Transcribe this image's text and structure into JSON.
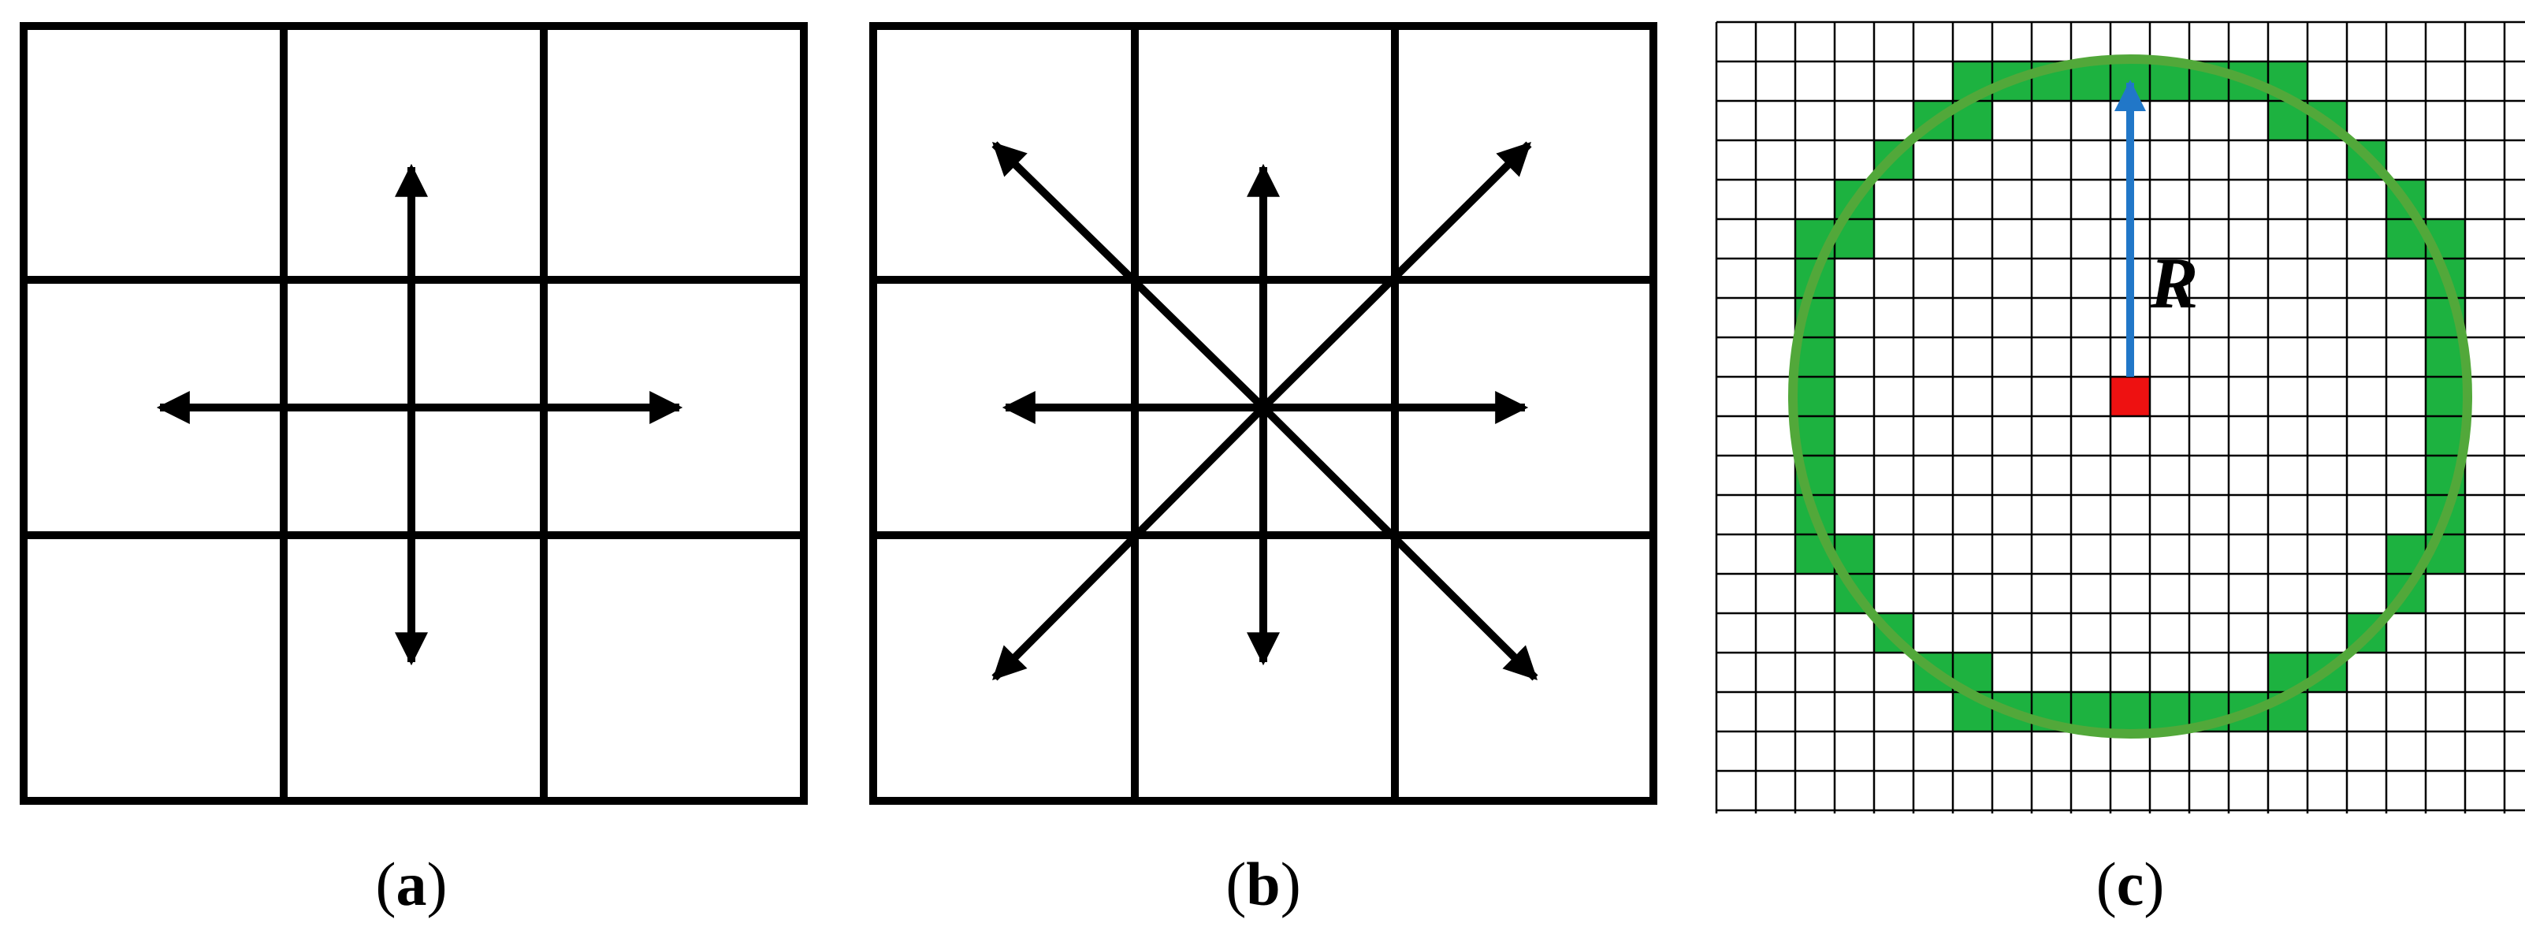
{
  "panels": [
    {
      "id": "a",
      "caption_open": "(",
      "caption_letter": "a",
      "caption_close": ")",
      "grid_cells": 3,
      "directions": [
        "up",
        "down",
        "left",
        "right"
      ]
    },
    {
      "id": "b",
      "caption_open": "(",
      "caption_letter": "b",
      "caption_close": ")",
      "grid_cells": 3,
      "directions": [
        "up",
        "down",
        "left",
        "right",
        "up-left",
        "up-right",
        "down-left",
        "down-right"
      ]
    },
    {
      "id": "c",
      "caption_open": "(",
      "caption_letter": "c",
      "caption_close": ")",
      "grid_cells": 20,
      "radius_label": "R",
      "center_color": "#ee1111",
      "ring_color": "#1db240",
      "circle_color": "#52a83a",
      "arrow_color": "#2177c8"
    }
  ],
  "colors": {
    "line": "#000000",
    "background": "#ffffff"
  }
}
